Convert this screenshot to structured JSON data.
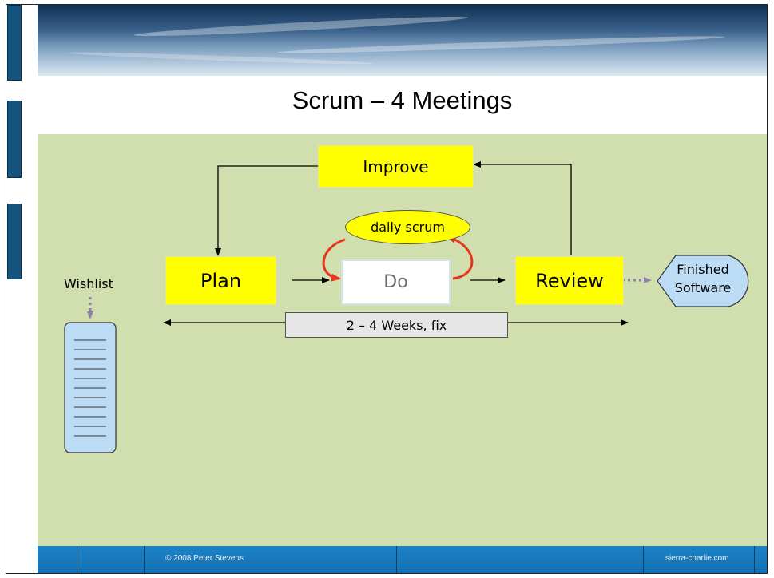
{
  "slide": {
    "title": "Scrum – 4 Meetings"
  },
  "diagram": {
    "improve": "Improve",
    "daily_scrum": "daily scrum",
    "plan": "Plan",
    "do": "Do",
    "review": "Review",
    "finished_software_line1": "Finished",
    "finished_software_line2": "Software",
    "wishlist": "Wishlist",
    "duration": "2 – 4 Weeks, fix"
  },
  "footer": {
    "copyright": "© 2008 Peter Stevens",
    "site": "sierra-charlie.com"
  },
  "colors": {
    "meeting_box": "#ffff00",
    "content_background": "#d1dead",
    "footer": "#1570b1",
    "loop_arrow": "#e8341c",
    "dotted_arrow": "#8e7fb0",
    "list_fill": "#bcdcf5"
  }
}
